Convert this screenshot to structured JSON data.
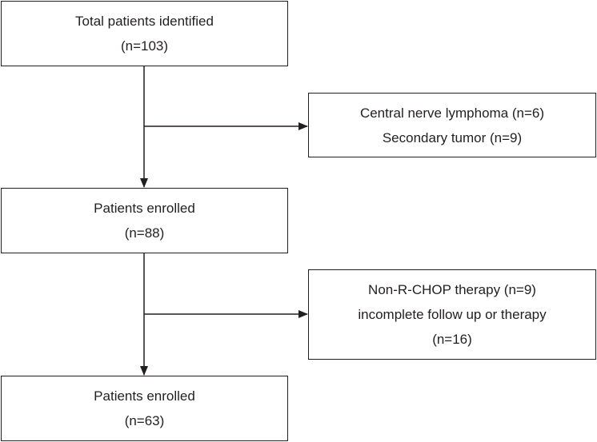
{
  "boxes": {
    "total": {
      "line1": "Total patients identified",
      "line2": "(n=103)"
    },
    "exclusion_1": {
      "line1": "Central nerve lymphoma (n=6)",
      "line2": "Secondary tumor (n=9)"
    },
    "enrolled_1": {
      "line1": "Patients enrolled",
      "line2": "(n=88)"
    },
    "exclusion_2": {
      "line1": "Non-R-CHOP therapy (n=9)",
      "line2": "incomplete follow up or therapy",
      "line3": "(n=16)"
    },
    "enrolled_2": {
      "line1": "Patients enrolled",
      "line2": "(n=63)"
    }
  },
  "colors": {
    "stroke": "#231f20",
    "text": "#231f20",
    "background": "#ffffff"
  }
}
